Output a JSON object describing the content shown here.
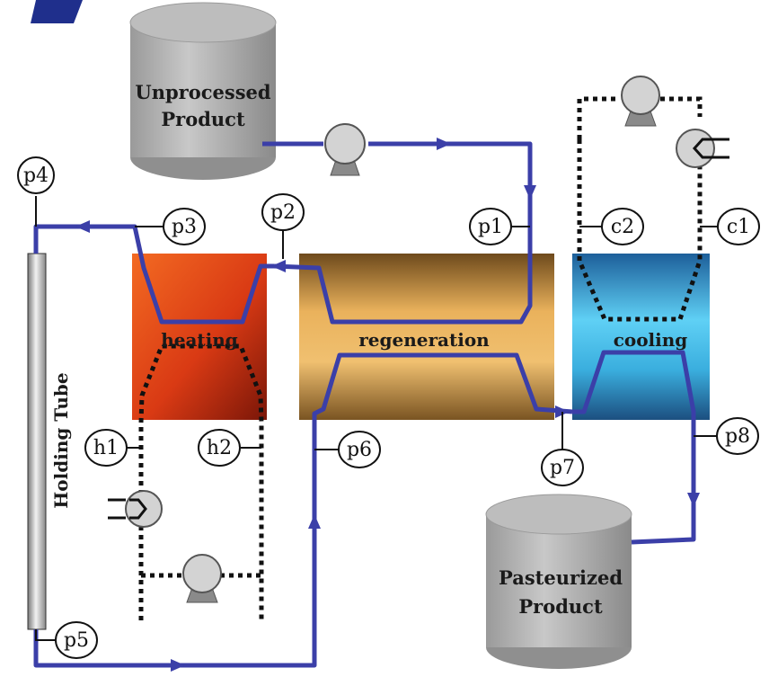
{
  "diagram": {
    "tanks": {
      "unprocessed": [
        "Unprocessed",
        "Product"
      ],
      "pasteurized": [
        "Pasteurized",
        "Product"
      ]
    },
    "sections": {
      "heating": "heating",
      "regeneration": "regeneration",
      "cooling": "cooling"
    },
    "holding_tube": "Holding Tube",
    "points": {
      "p1": "p1",
      "p2": "p2",
      "p3": "p3",
      "p4": "p4",
      "p5": "p5",
      "p6": "p6",
      "p7": "p7",
      "p8": "p8",
      "h1": "h1",
      "h2": "h2",
      "c1": "c1",
      "c2": "c2"
    },
    "colors": {
      "product_line": "#3b3fa8",
      "utility_line": "#111111",
      "heating": "#e0401c",
      "regeneration": "#d9a24a",
      "cooling": "#3fb6e6",
      "tank": "#a9a9a9"
    }
  }
}
